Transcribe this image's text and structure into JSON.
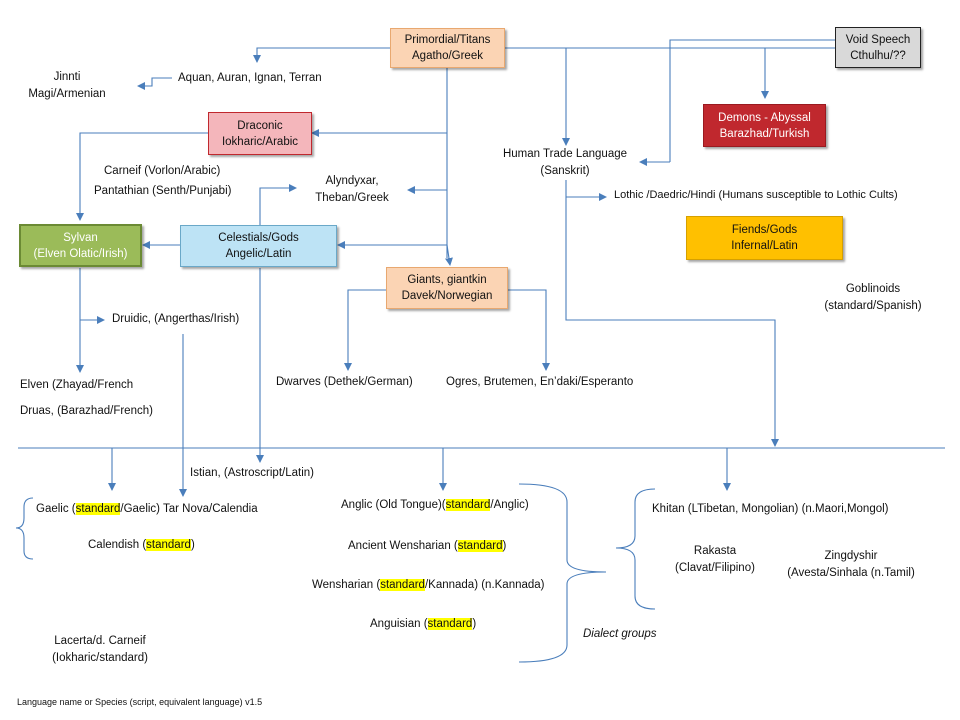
{
  "boxes": {
    "primordial": {
      "line1": "Primordial/Titans",
      "line2": "Agatho/Greek",
      "fill": "#fbd4b4"
    },
    "void": {
      "line1": "Void Speech",
      "line2": "Cthulhu/??",
      "fill": "#d9d9d9"
    },
    "demons": {
      "line1": "Demons - Abyssal",
      "line2": "Barazhad/Turkish",
      "fill": "#c0282e"
    },
    "draconic": {
      "line1": "Draconic",
      "line2": "Iokharic/Arabic",
      "fill": "#f4b6bb"
    },
    "sylvan": {
      "line1": "Sylvan",
      "line2": "(Elven Olatic/Irish)",
      "fill": "#9bbb59"
    },
    "celestials": {
      "line1": "Celestials/Gods",
      "line2": "Angelic/Latin",
      "fill": "#bde3f5"
    },
    "giants": {
      "line1": "Giants, giantkin",
      "line2": "Davek/Norwegian",
      "fill": "#fbd4b4"
    },
    "fiends": {
      "line1": "Fiends/Gods",
      "line2": "Infernal/Latin",
      "fill": "#ffc000"
    }
  },
  "labels": {
    "jinnti_1": "Jinnti",
    "jinnti_2": "Magi/Armenian",
    "aquan": "Aquan, Auran, Ignan, Terran",
    "human_1": "Human Trade Language",
    "human_2": "(Sanskrit)",
    "carneif": "Carneif (Vorlon/Arabic)",
    "pantathian": "Pantathian (Senth/Punjabi)",
    "alyndyxar_1": "Alyndyxar,",
    "alyndyxar_2": "Theban/Greek",
    "lothic": "Lothic /Daedric/Hindi (Humans susceptible to Lothic Cults)",
    "goblinoids_1": "Goblinoids",
    "goblinoids_2": "(standard/Spanish)",
    "druidic": "Druidic, (Angerthas/Irish)",
    "elven": "Elven (Zhayad/French",
    "druas": "Druas, (Barazhad/French)",
    "dwarves": "Dwarves (Dethek/German)",
    "ogres": "Ogres, Brutemen,  En’daki/Esperanto",
    "istian": "Istian, (Astroscript/Latin)",
    "gaelic_a": "Gaelic (",
    "gaelic_hl": "standard",
    "gaelic_b": "/Gaelic) Tar Nova/Calendia",
    "calendish_a": "Calendish (",
    "calendish_hl": "standard",
    "calendish_b": ")",
    "lacerta_1": "Lacerta/d. Carneif",
    "lacerta_2": "(Iokharic/standard)",
    "anglic_a": "Anglic (Old Tongue)(",
    "anglic_hl": "standard",
    "anglic_b": "/Anglic)",
    "ancient_a": "Ancient Wensharian (",
    "ancient_hl": "standard",
    "ancient_b": ")",
    "wensharian_a": "Wensharian (",
    "wensharian_hl": "standard",
    "wensharian_b": "/Kannada) (n.Kannada)",
    "anguisian_a": "Anguisian (",
    "anguisian_hl": "standard",
    "anguisian_b": ")",
    "dialect": "Dialect groups",
    "khitan": "Khitan (LTibetan,  Mongolian) (n.Maori,Mongol)",
    "rakasta_1": "Rakasta",
    "rakasta_2": "(Clavat/Filipino)",
    "zingdyshir_1": "Zingdyshir",
    "zingdyshir_2": "(Avesta/Sinhala (n.Tamil)",
    "footer": "Language name or Species (script, equivalent language) v1.5"
  },
  "colors": {
    "line": "#4a7ebb",
    "highlight": "#ffff00"
  }
}
